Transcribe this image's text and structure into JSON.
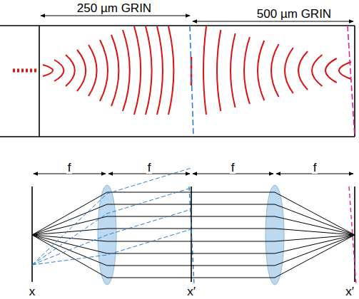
{
  "diagram": {
    "labels": [
      "250 µm GRIN",
      "500 µm GRIN",
      "f",
      "f",
      "f",
      "f",
      "x",
      "x′",
      "x′"
    ]
  }
}
